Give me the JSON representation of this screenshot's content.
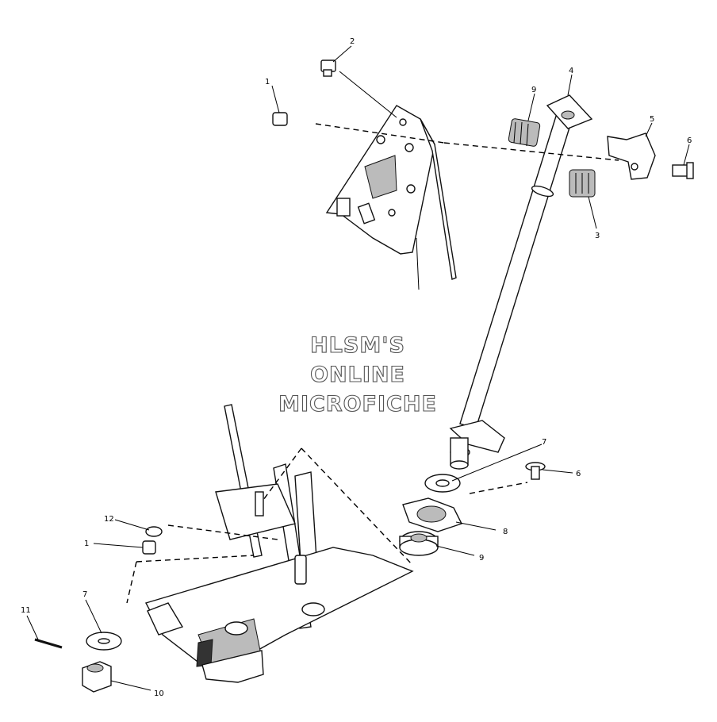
{
  "watermark": {
    "line1": "HLSM'S",
    "line2": "ONLINE",
    "line3": "MICROFICHE"
  },
  "callouts": {
    "c1_top": "1",
    "c2": "2",
    "c3": "3",
    "c4": "4",
    "c5": "5",
    "c6_top": "6",
    "c9_top": "9",
    "c7_mid": "7",
    "c6_mid": "6",
    "c8": "8",
    "c9_bot": "9",
    "c12": "12",
    "c1_bot": "1",
    "c7_bot": "7",
    "c11": "11",
    "c10": "10"
  }
}
